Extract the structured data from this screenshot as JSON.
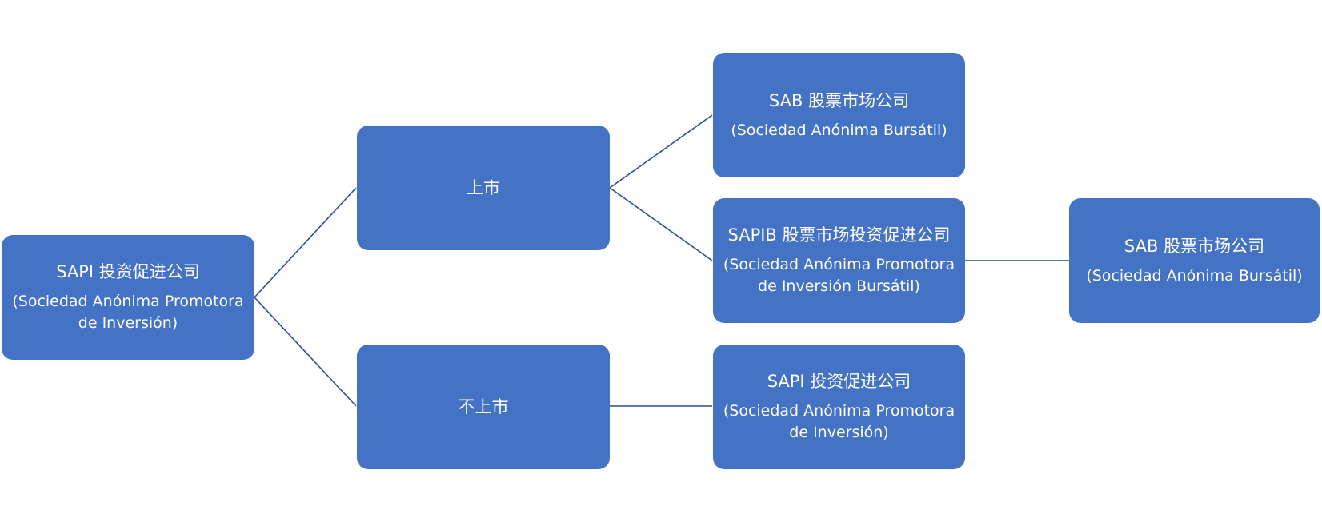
{
  "colors": {
    "node_fill": "#4472c4",
    "node_text": "#ffffff",
    "connector": "#2f4f8f"
  },
  "nodes": {
    "root": {
      "title": "SAPI 投资促进公司",
      "sub": "(Sociedad Anónima Promotora de Inversión)"
    },
    "listed": {
      "title": "上市"
    },
    "unlisted": {
      "title": "不上市"
    },
    "sab_top": {
      "title": "SAB 股票市场公司",
      "sub": "(Sociedad Anónima Bursátil)"
    },
    "sapib": {
      "title": "SAPIB 股票市场投资促进公司",
      "sub": "(Sociedad Anónima Promotora de Inversión Bursátil)"
    },
    "sapi_bottom": {
      "title": "SAPI 投资促进公司",
      "sub": "(Sociedad Anónima Promotora de Inversión)"
    },
    "sab_right": {
      "title": "SAB 股票市场公司",
      "sub": "(Sociedad Anónima Bursátil)"
    }
  }
}
